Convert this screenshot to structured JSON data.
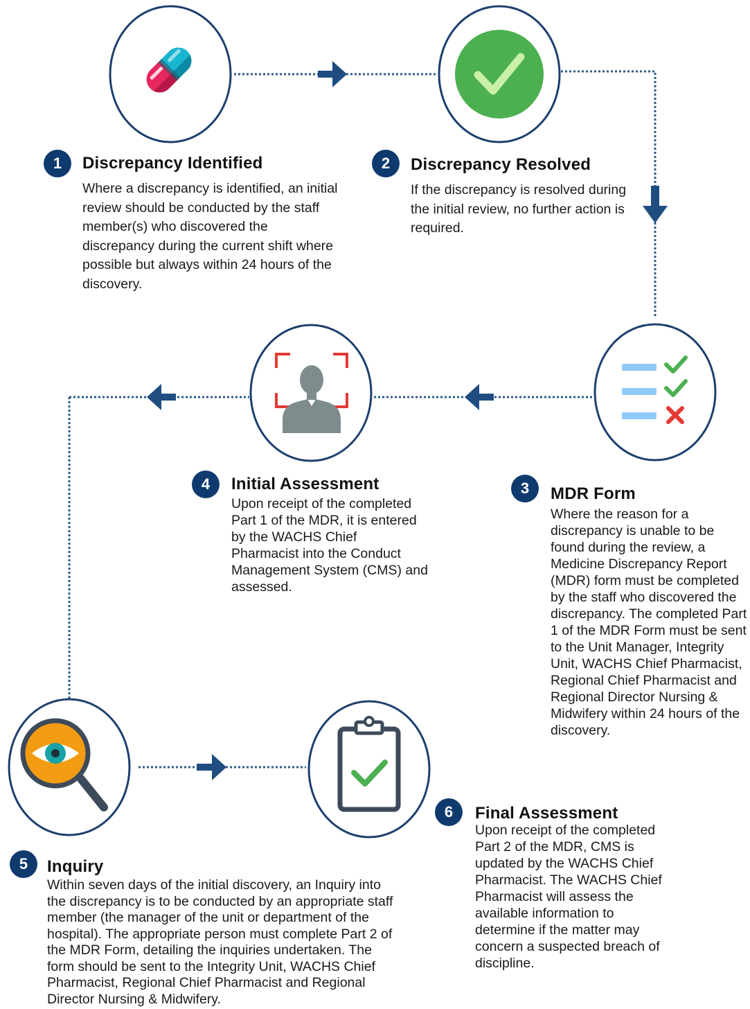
{
  "colors": {
    "navy": "#0f3a6e",
    "connector": "#2d5b8a",
    "circle_border": "#1c3f6e",
    "green": "#4caf50",
    "red": "#e53935",
    "pink": "#e8265e",
    "cyan": "#19b6d2",
    "light_blue": "#90caf9",
    "gray": "#7f8c8d",
    "orange": "#f39c12"
  },
  "icons": [
    "capsule-icon",
    "checkmark-circle-icon",
    "checklist-icon",
    "person-scan-icon",
    "magnifier-eye-icon",
    "clipboard-check-icon"
  ],
  "steps": [
    {
      "number": "1",
      "title": "Discrepancy Identified",
      "description": "Where a discrepancy is identified, an initial review should be conducted by the staff member(s) who discovered the discrepancy during the current shift where possible but always within 24 hours of the discovery."
    },
    {
      "number": "2",
      "title": "Discrepancy Resolved",
      "description": "If the discrepancy is resolved during the initial review, no further action is required."
    },
    {
      "number": "3",
      "title": "MDR Form",
      "description": "Where the reason for a discrepancy is unable to be found during the review, a Medicine Discrepancy Report (MDR) form must be completed by the staff who discovered the discrepancy. The completed Part 1 of the MDR Form must be sent to the Unit Manager, Integrity Unit, WACHS Chief Pharmacist, Regional Chief Pharmacist and Regional Director Nursing & Midwifery within 24 hours of the discovery."
    },
    {
      "number": "4",
      "title": "Initial Assessment",
      "description": "Upon receipt of the completed Part 1 of the MDR, it is entered by the WACHS Chief Pharmacist into the Conduct Management System (CMS) and assessed."
    },
    {
      "number": "5",
      "title": "Inquiry",
      "description": "Within seven days of the initial discovery, an Inquiry into the discrepancy is to be conducted by an appropriate staff member (the manager of the unit or department of the hospital). The appropriate person must complete Part 2 of the MDR Form, detailing the inquiries undertaken. The form should be sent to the Integrity Unit, WACHS Chief Pharmacist, Regional Chief Pharmacist and Regional Director Nursing & Midwifery."
    },
    {
      "number": "6",
      "title": "Final Assessment",
      "description": "Upon receipt of the completed Part 2 of the MDR, CMS is updated by the WACHS Chief Pharmacist. The WACHS Chief Pharmacist will assess the available information to determine if the matter may concern a suspected breach of discipline."
    }
  ]
}
